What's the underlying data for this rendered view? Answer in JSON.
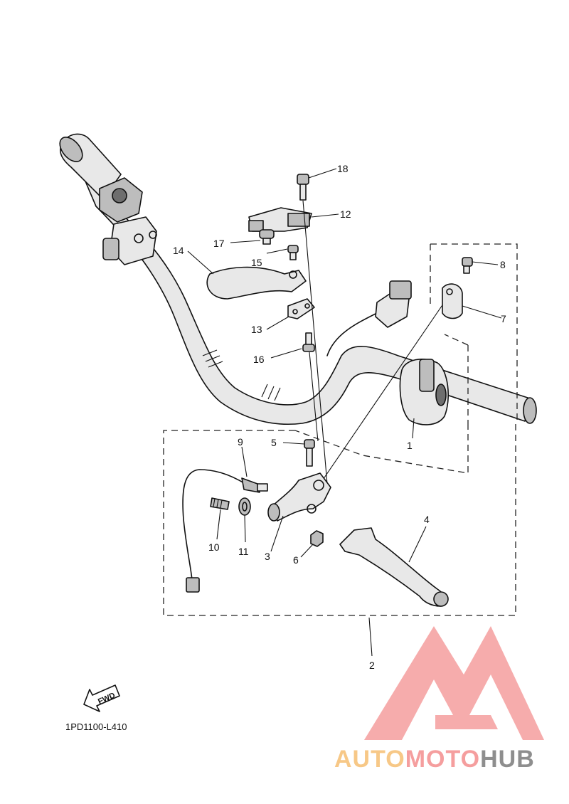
{
  "diagram": {
    "code": "1PD1100-L410",
    "fwd_label": "FWD",
    "callouts": [
      "1",
      "2",
      "3",
      "4",
      "5",
      "6",
      "7",
      "8",
      "9",
      "10",
      "11",
      "12",
      "13",
      "14",
      "15",
      "16",
      "17",
      "18"
    ]
  },
  "watermark": {
    "part1": "AUTO",
    "part2": "MOTO",
    "part3": "HUB",
    "colors": {
      "auto": "#f7c887",
      "moto": "#f59e9e",
      "hub": "#8e8e8e",
      "logo": "#f59e9e"
    }
  }
}
